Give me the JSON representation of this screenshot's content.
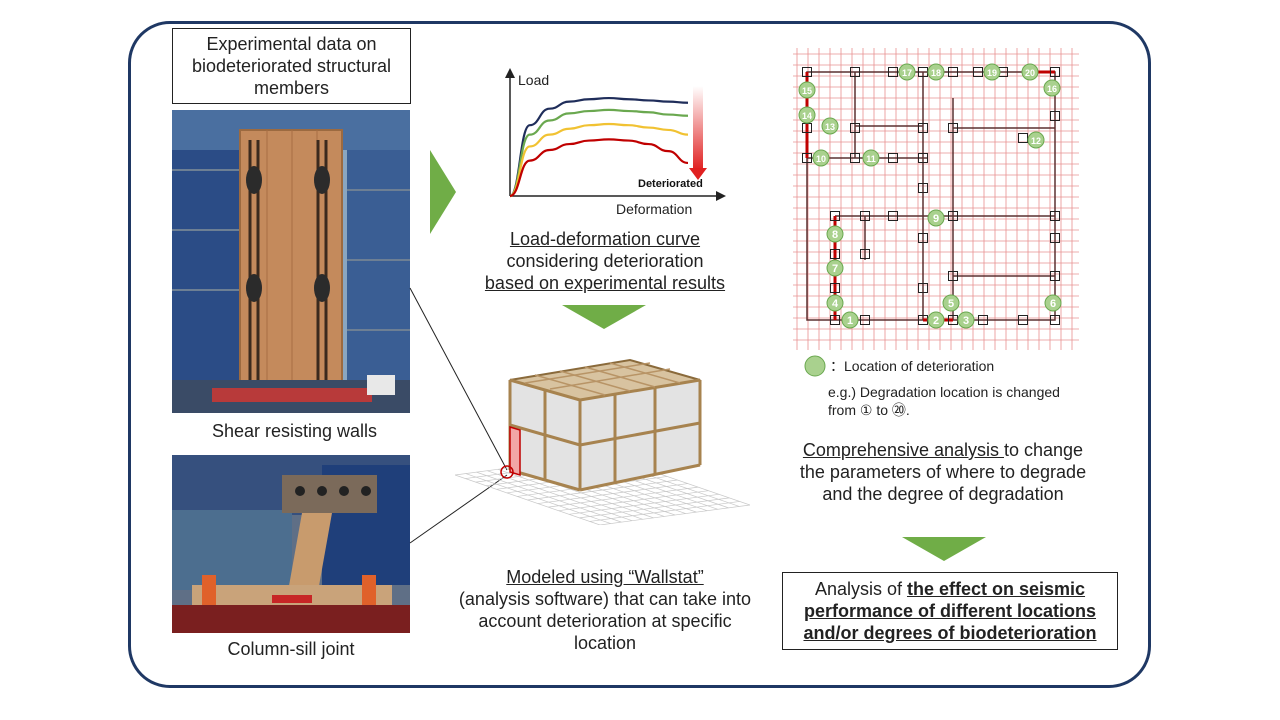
{
  "left": {
    "header_box": "Experimental data on biodeteriorated structural members",
    "photo1_caption": "Shear resisting walls",
    "photo2_caption": "Column-sill joint"
  },
  "center": {
    "chart_data": {
      "type": "line",
      "xlabel": "Deformation",
      "ylabel": "Load",
      "annotation": "Deteriorated",
      "series": [
        {
          "color": "#1f2d5a",
          "values": [
            0,
            0.6,
            0.74,
            0.8,
            0.82,
            0.83,
            0.82,
            0.81,
            0.8,
            0.79
          ]
        },
        {
          "color": "#6aa84f",
          "values": [
            0,
            0.52,
            0.64,
            0.7,
            0.72,
            0.73,
            0.72,
            0.71,
            0.69,
            0.68
          ]
        },
        {
          "color": "#f1c232",
          "values": [
            0,
            0.42,
            0.52,
            0.57,
            0.6,
            0.61,
            0.6,
            0.58,
            0.56,
            0.52
          ]
        },
        {
          "color": "#c00000",
          "values": [
            0,
            0.3,
            0.39,
            0.44,
            0.47,
            0.48,
            0.47,
            0.44,
            0.38,
            0.28
          ]
        }
      ]
    },
    "curve_caption_underlined": "Load-deformation curve",
    "curve_caption_line2": "considering deterioration",
    "curve_caption_line3": "based on experimental results",
    "model_caption_underlined": "Modeled using “Wallstat”",
    "model_caption_rest": "(analysis software) that can take into account deterioration at specific location"
  },
  "right": {
    "legend_text": "：Location of deterioration",
    "example_text_line1": "e.g.) Degradation location is changed",
    "example_text_line2": "from ① to ⑳.",
    "analysis_underlined": "Comprehensive analysis ",
    "analysis_rest": "to change the parameters of where to degrade and the degree of degradation",
    "result_prefix": "Analysis of ",
    "result_bold": "the effect on seismic performance of different locations and/or degrees of biodeterioration",
    "markers": [
      "1",
      "2",
      "3",
      "4",
      "5",
      "6",
      "7",
      "8",
      "9",
      "10",
      "11",
      "12",
      "13",
      "14",
      "15",
      "16",
      "17",
      "18",
      "19",
      "20"
    ]
  },
  "colors": {
    "frame": "#1f3864",
    "arrow_green": "#70ad47",
    "marker_green": "#a9d18e",
    "deteriorated_red": "#c00000"
  }
}
